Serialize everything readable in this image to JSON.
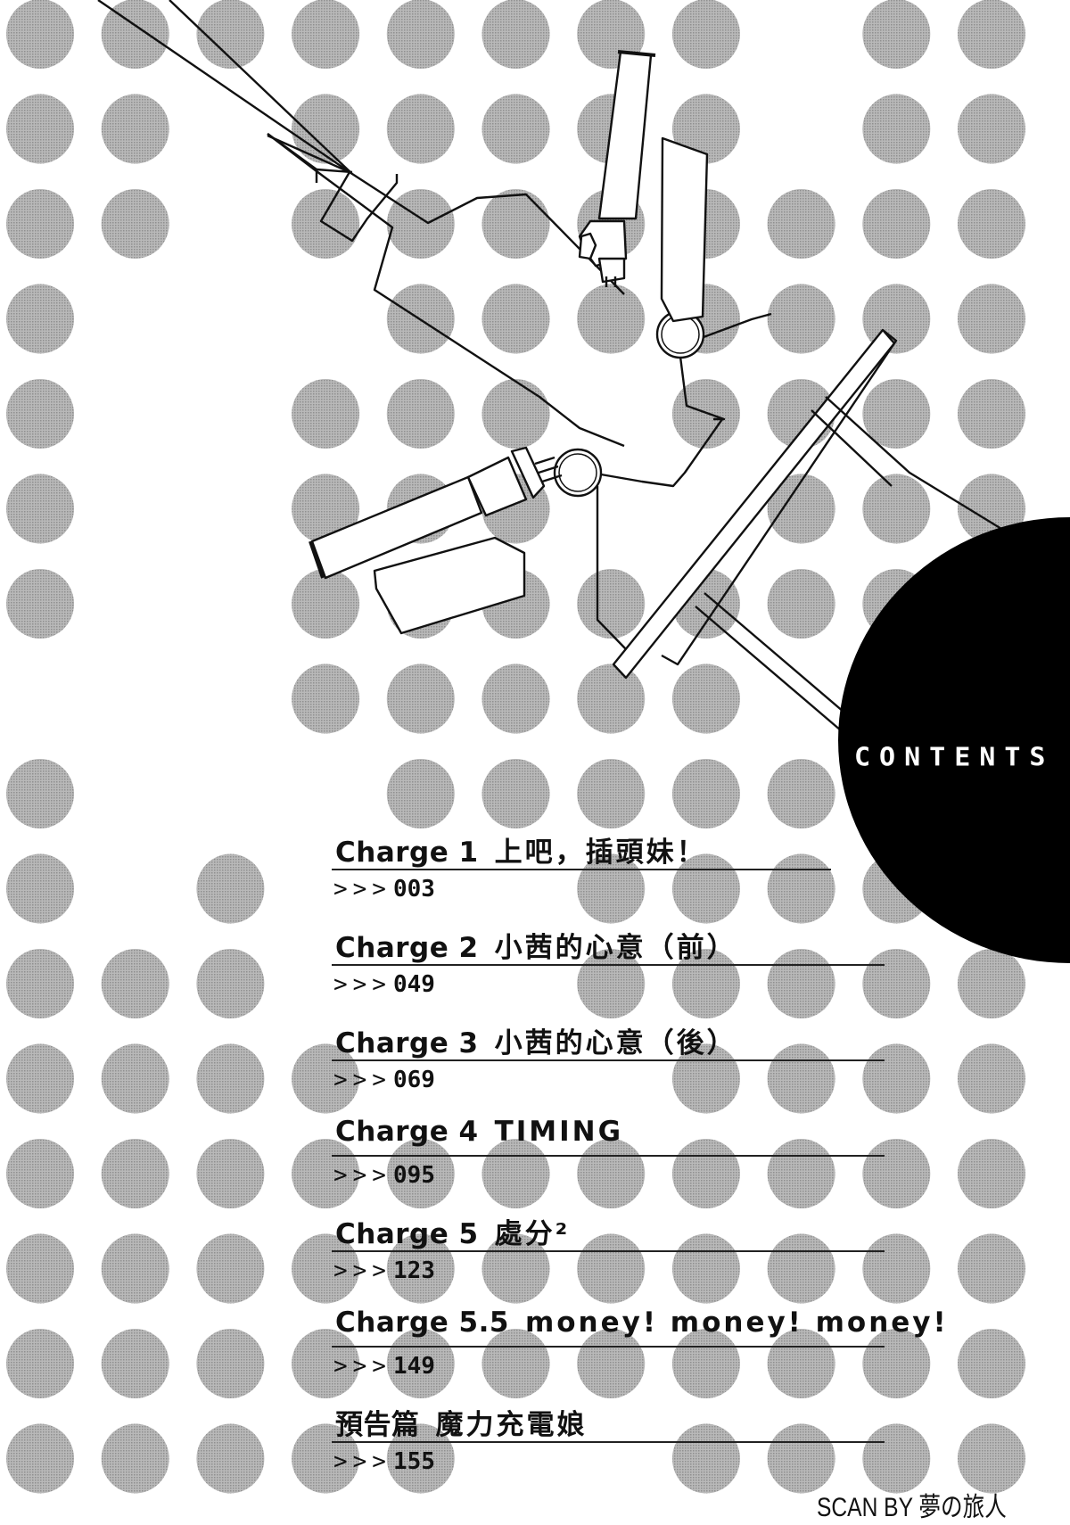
{
  "page": {
    "type": "manga table of contents",
    "background": {
      "pattern": "halftone polka dots",
      "dot_color": "#a9a9a9",
      "paper_color": "#ffffff"
    },
    "accent_color": "#000000"
  },
  "header": {
    "title": "CONTENTS"
  },
  "toc": {
    "arrow_prefix": ">>>",
    "entries": [
      {
        "label": "Charge 1",
        "title": "上吧，插頭妹！",
        "page": "003"
      },
      {
        "label": "Charge 2",
        "title": "小茜的心意（前）",
        "page": "049"
      },
      {
        "label": "Charge 3",
        "title": "小茜的心意（後）",
        "page": "069"
      },
      {
        "label": "Charge 4",
        "title": "TIMING",
        "page": "095"
      },
      {
        "label": "Charge 5",
        "title": "處分²",
        "page": "123"
      },
      {
        "label": "Charge 5.5",
        "title": "money! money! money!",
        "page": "149"
      },
      {
        "label": "預告篇",
        "title": "魔力充電娘",
        "page": "155"
      }
    ]
  },
  "footer": {
    "scan_credit": "SCAN BY 夢の旅人"
  }
}
